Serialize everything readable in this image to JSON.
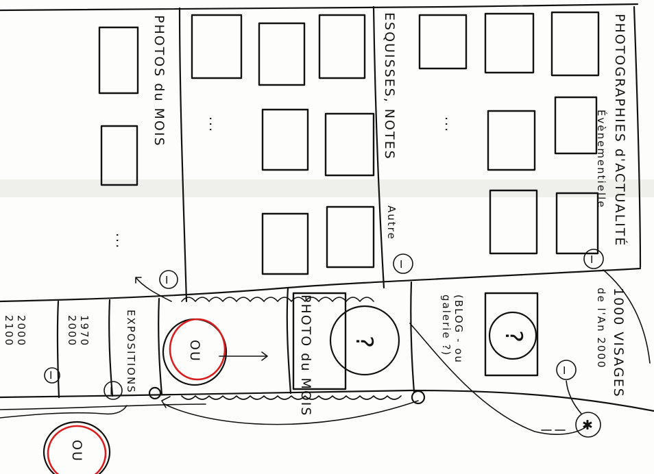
{
  "sections": {
    "photos_actualite": "PHOTOGRAPHIES d'ACTUALITÉ",
    "evenementielle": "Évènementielle",
    "esquisses": "ESQUISSES, NOTES",
    "autre": "Autre",
    "photos_mois": "PHOTOS du MOIS",
    "expositions": "EXPOSITIONS",
    "annees_1970": "1970",
    "annees_2000": "2000",
    "annees_2000b": "2000",
    "annees_2100": "2100",
    "mois": "PHOTO du MOIS",
    "blog": "(BLOG - ou",
    "galerie": "galerie ?)",
    "visages": "1000 VISAGES",
    "an2000": "de l'An 2000"
  },
  "marks": {
    "ellipsis": "...",
    "question": "?",
    "ou": "OU",
    "info": "I",
    "asterisk": "✱"
  }
}
